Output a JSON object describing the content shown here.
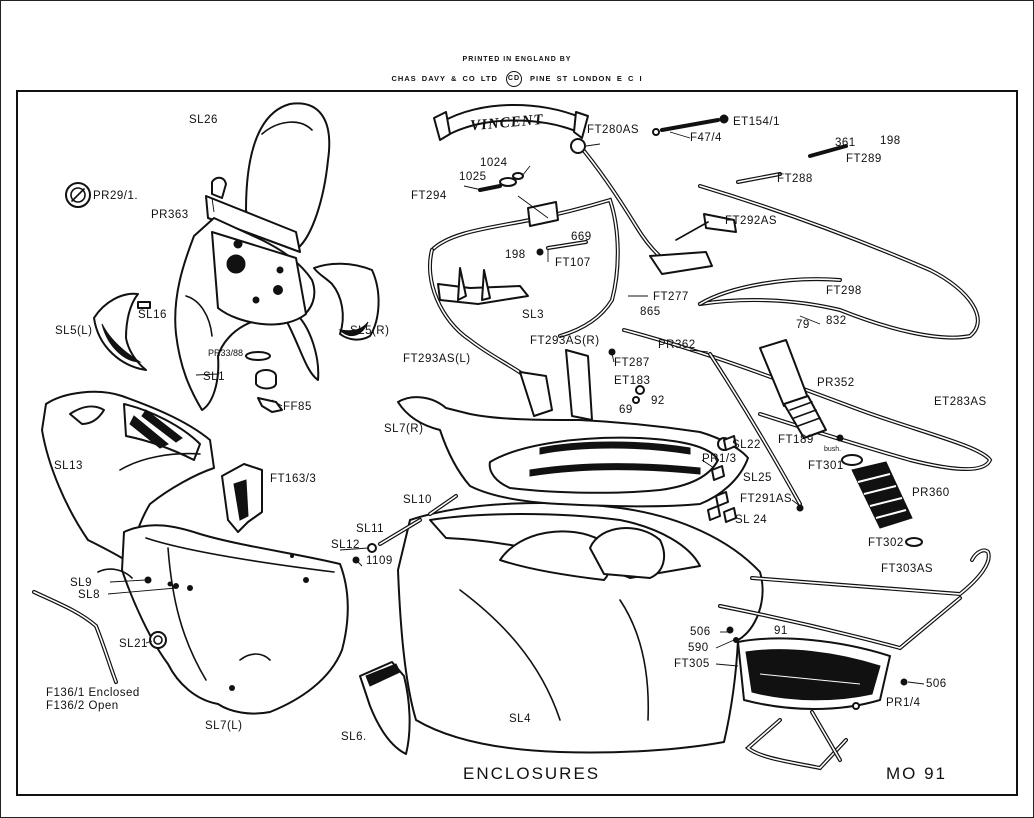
{
  "header": {
    "printed_line": "PRINTED IN ENGLAND BY",
    "printer_left": "CHAS DAVY & CO LTD",
    "printer_logo": "CD",
    "printer_right": "PINE ST LONDON E C I"
  },
  "title": "ENCLOSURES",
  "plate_number": "MO 91",
  "brand_badge": "VINCENT",
  "part_labels": [
    "SL26",
    "PR29/1.",
    "PR363",
    "SL5(L)",
    "SL16",
    "PR33/88",
    "SL1",
    "FF85",
    "SL5(R)",
    "SL13",
    "FT163/3",
    "SL9",
    "SL8",
    "SL21",
    "F136/1 Enclosed",
    "F136/2 Open",
    "SL7(L)",
    "SL6.",
    "SL4",
    "SL10",
    "SL11",
    "SL12",
    "1109",
    "SL7(R)",
    "FT293AS(L)",
    "SL3",
    "FT293AS(R)",
    "FT294",
    "1025",
    "1024",
    "198",
    "669",
    "FT107",
    "FT280AS",
    "F47/4",
    "ET154/1",
    "FT292AS",
    "FT277",
    "865",
    "FT287",
    "ET183",
    "69",
    "92",
    "PR362",
    "SL22",
    "PR1/3",
    "SL25",
    "FT291AS",
    "SL 24",
    "361",
    "198",
    "FT289",
    "FT288",
    "FT298",
    "79",
    "832",
    "PR352",
    "ET283AS",
    "FT189",
    "bush.",
    "FT301",
    "PR360",
    "FT302",
    "FT303AS",
    "506",
    "590",
    "91",
    "FT305",
    "506",
    "PR1/4"
  ]
}
